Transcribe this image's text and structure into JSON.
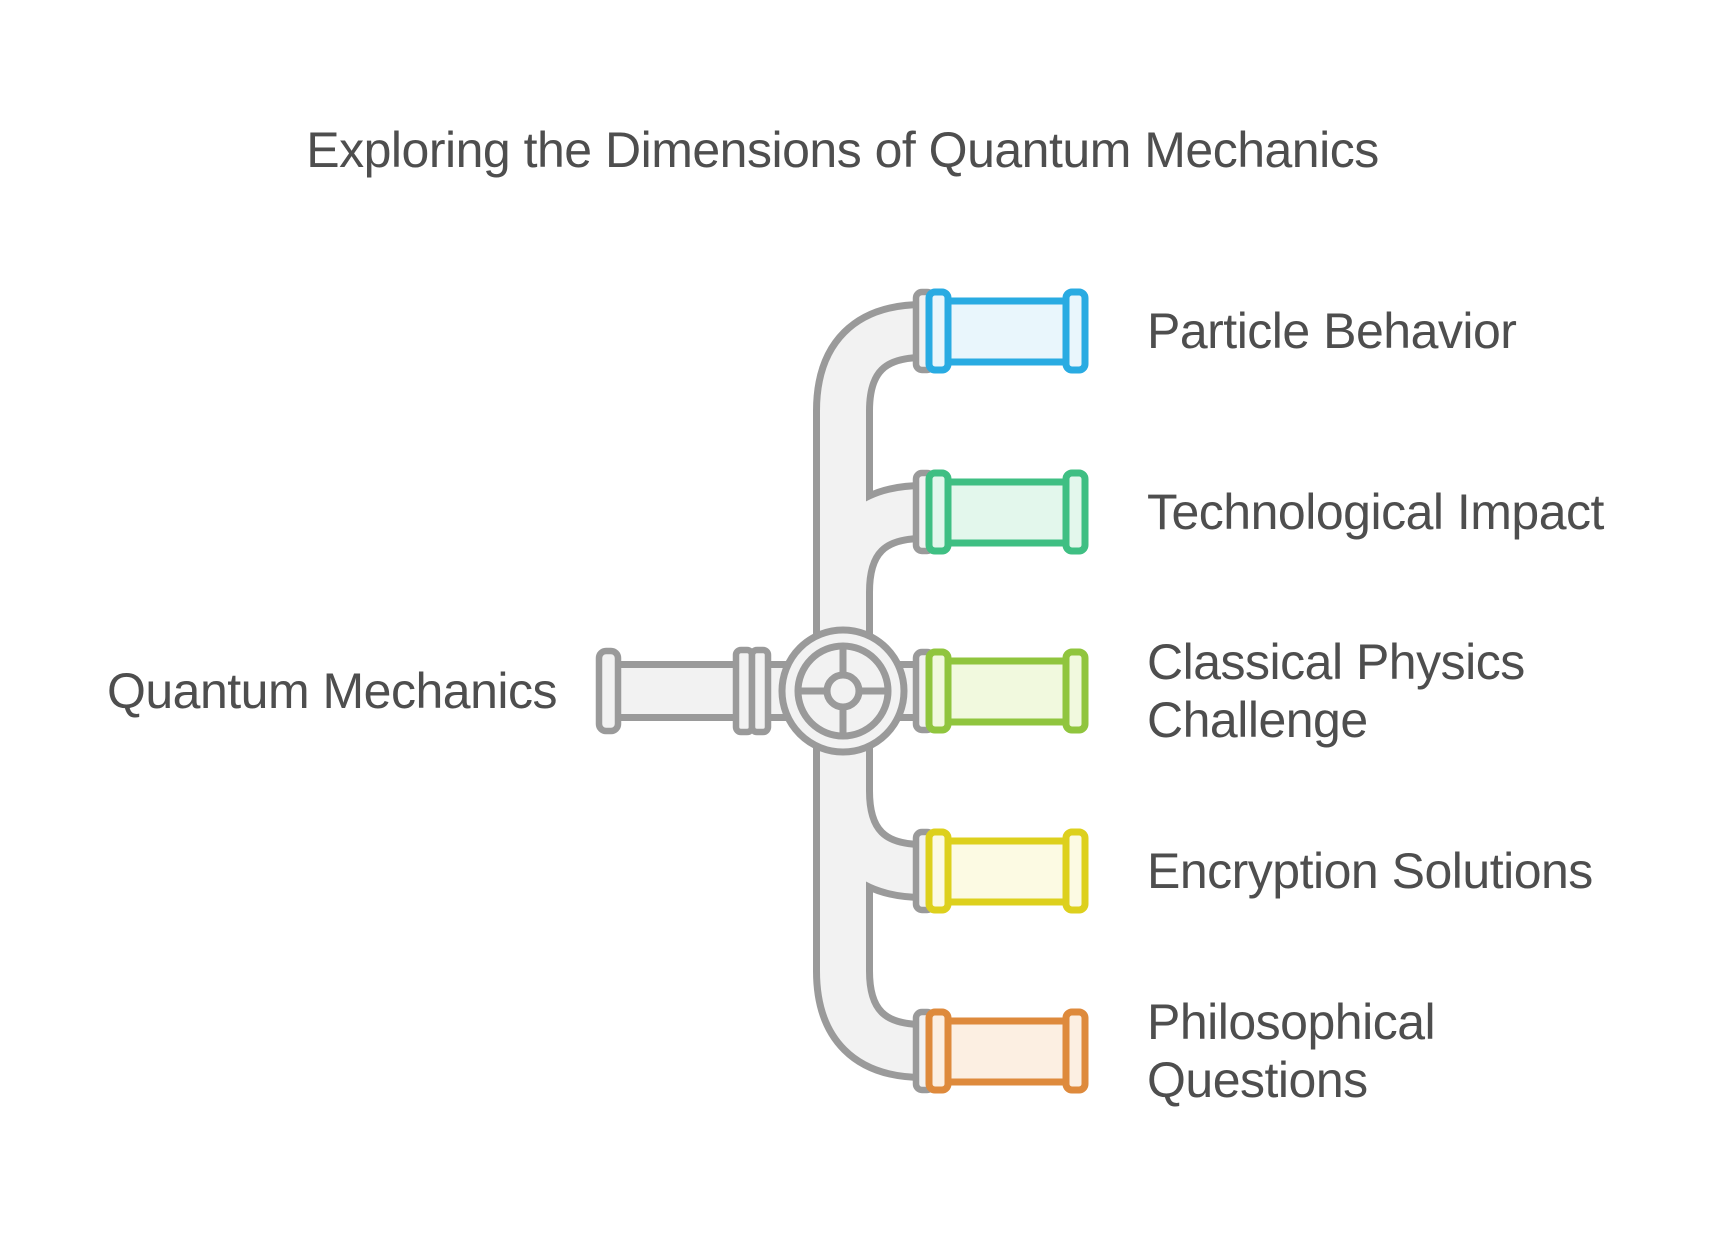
{
  "title": "Exploring the Dimensions of Quantum Mechanics",
  "root": {
    "label": "Quantum Mechanics"
  },
  "branches": [
    {
      "id": "particle-behavior",
      "lines": [
        "Particle Behavior",
        ""
      ],
      "pipe_color": "#29abe2",
      "pipe_fill": "#e9f6fc"
    },
    {
      "id": "technological-impact",
      "lines": [
        "Technological Impact",
        ""
      ],
      "pipe_color": "#3fbf83",
      "pipe_fill": "#e3f7ec"
    },
    {
      "id": "classical-physics-challenge",
      "lines": [
        "Classical Physics",
        "Challenge"
      ],
      "pipe_color": "#90c53e",
      "pipe_fill": "#f1f9de"
    },
    {
      "id": "encryption-solutions",
      "lines": [
        "Encryption Solutions",
        ""
      ],
      "pipe_color": "#ddd01d",
      "pipe_fill": "#fcfae3"
    },
    {
      "id": "philosophical-questions",
      "lines": [
        "Philosophical",
        "Questions"
      ],
      "pipe_color": "#de8a3c",
      "pipe_fill": "#fcefe2"
    }
  ],
  "colors": {
    "background": "#ffffff",
    "text": "#4e4e4e",
    "pipe_stroke": "#9a9a9a",
    "pipe_fill": "#f2f2f2"
  }
}
